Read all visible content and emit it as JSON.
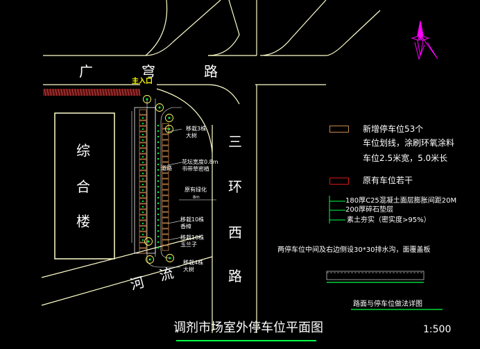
{
  "roads": {
    "guangqiong": [
      "广",
      "穹",
      "路"
    ],
    "sanhuan": [
      "三",
      "环",
      "西",
      "路"
    ],
    "river": [
      "河",
      "流"
    ]
  },
  "building": [
    "综",
    "合",
    "楼"
  ],
  "entrance": "主入口",
  "plan_notes": {
    "plant_top": [
      "移栽3株",
      "大树"
    ],
    "flower_bed": [
      "花坛宽度0.8m",
      "书带草密植"
    ],
    "road_label": "道路",
    "existing_green": [
      "原有绿化"
    ],
    "dim_label": "8m",
    "plant_mid1": [
      "移栽10株",
      "香樟"
    ],
    "plant_mid2": [
      "移栽10株",
      "玉兰子"
    ],
    "plant_bottom": [
      "移栽4株",
      "大树"
    ]
  },
  "legend": {
    "new_spots": "新增停车位53个",
    "marking": "车位划线，涂刷环氧涂料",
    "size": "车位2.5米宽，5.0米长",
    "existing_spots": "原有车位若干",
    "new_color": "#c8884a",
    "existing_color": "#d01818"
  },
  "section": {
    "layer1": "180厚C25混凝土面层膨胀间距20M",
    "layer2": "200厚碎石垫层",
    "layer3": "素土夯实（密实度>95%）",
    "drain_note": "两停车位中间及右边侧设30*30排水沟，面覆盖板",
    "detail_caption": "路面与停车位做法详图"
  },
  "title": "调剂市场室外停车位平面图",
  "scale": "1:500",
  "colors": {
    "road_line": "#ffffcc",
    "green": "#00ff44",
    "entrance": "#ffff00",
    "compass": "#ff00ff"
  }
}
